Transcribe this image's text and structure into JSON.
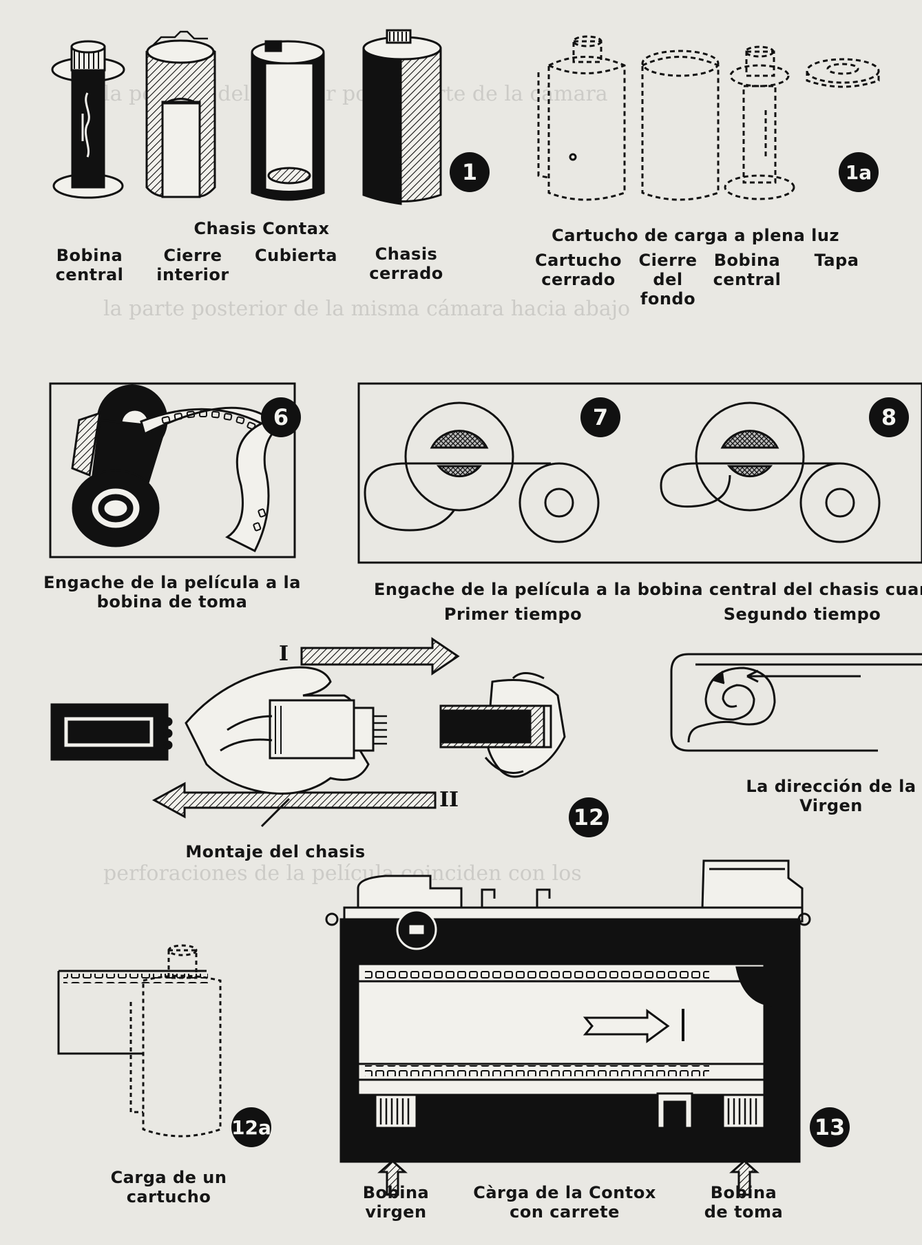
{
  "badges": {
    "b1": "1",
    "b1a": "1a",
    "b6": "6",
    "b7": "7",
    "b8": "8",
    "b12": "12",
    "b12a": "12a",
    "b13": "13"
  },
  "roman": {
    "first": "I",
    "second": "II"
  },
  "fig1": {
    "header": "Chasis Contax",
    "bobina_central": "Bobina\ncentral",
    "cierre_interior": "Cierre\ninterior",
    "cubierta": "Cubierta",
    "chasis_cerrado": "Chasis\ncerrado"
  },
  "fig1a": {
    "header": "Cartucho de carga a plena luz",
    "cartucho_cerrado": "Cartucho\ncerrado",
    "cierre_fondo": "Cierre\ndel\nfondo",
    "bobina_central": "Bobina\ncentral",
    "tapa": "Tapa"
  },
  "fig6": {
    "caption": "Engache de la película a la\nbobina de toma"
  },
  "fig78": {
    "caption": "Engache de la película a la bobina central del chasis cuan",
    "primer": "Primer tiempo",
    "segundo": "Segundo tiempo"
  },
  "fig12": {
    "caption": "Montaje del chasis"
  },
  "figdir": {
    "caption": "La dirección de la\nVirgen"
  },
  "fig12a": {
    "caption": "Carga de un\ncartucho"
  },
  "fig13": {
    "bobina_virgen": "Bobina\nvirgen",
    "caption": "Càrga de la Contox\ncon carrete",
    "bobina_toma": "Bobina\nde toma"
  },
  "colors": {
    "ink": "#111111",
    "paper": "#e9e8e3"
  }
}
